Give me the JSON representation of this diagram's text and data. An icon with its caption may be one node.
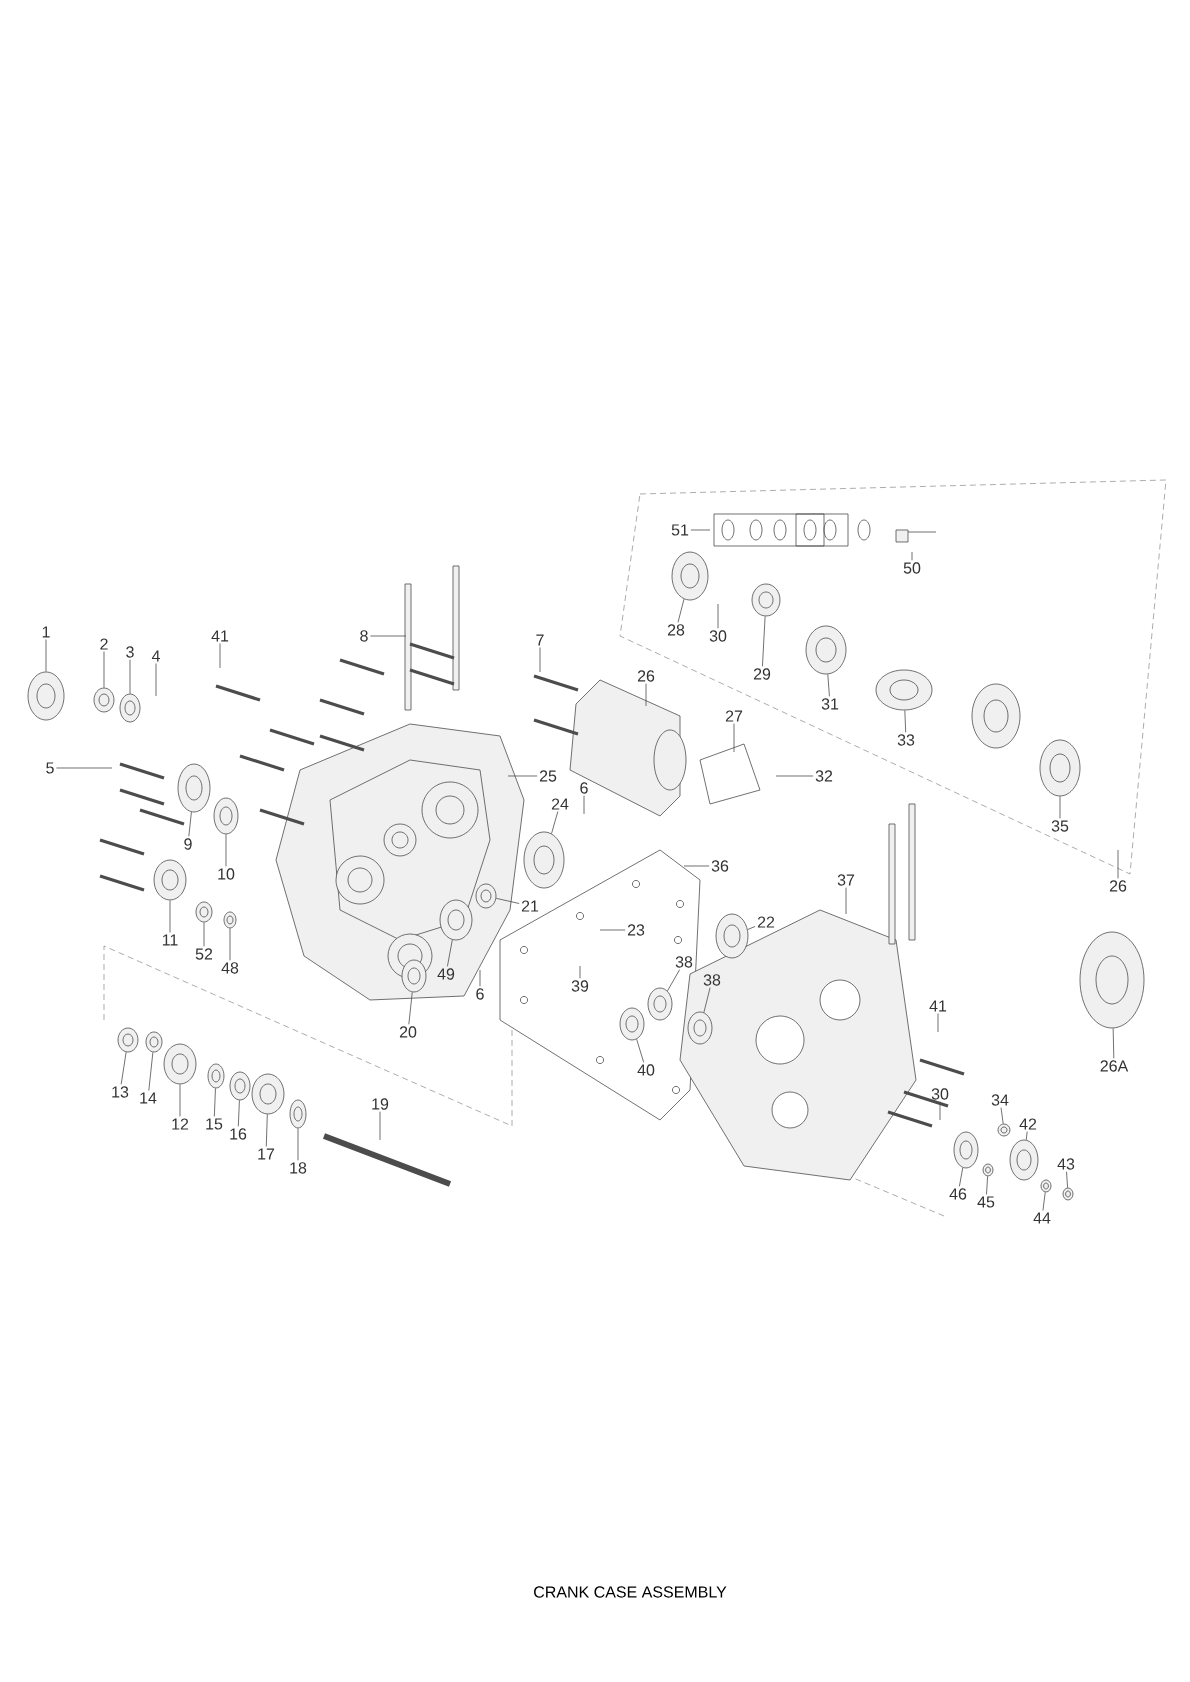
{
  "diagram": {
    "title": "CRANK CASE ASSEMBLY",
    "nodes": [
      {
        "text": [
          "51"
        ]
      },
      {
        "text": [
          "50"
        ]
      },
      {
        "text": [
          "28"
        ]
      },
      {
        "text": [
          "30"
        ]
      },
      {
        "text": [
          "1"
        ]
      },
      {
        "text": [
          "41"
        ]
      },
      {
        "text": [
          "8"
        ]
      },
      {
        "text": [
          "7"
        ]
      },
      {
        "text": [
          "2"
        ]
      },
      {
        "text": [
          "3"
        ]
      },
      {
        "text": [
          "4"
        ]
      },
      {
        "text": [
          "29"
        ]
      },
      {
        "text": [
          "26"
        ]
      },
      {
        "text": [
          "31"
        ]
      },
      {
        "text": [
          "27"
        ]
      },
      {
        "text": [
          "33"
        ]
      },
      {
        "text": [
          "5"
        ]
      },
      {
        "text": [
          "25"
        ]
      },
      {
        "text": [
          "32"
        ]
      },
      {
        "text": [
          "6"
        ]
      },
      {
        "text": [
          "24"
        ]
      },
      {
        "text": [
          "35"
        ]
      },
      {
        "text": [
          "9"
        ]
      },
      {
        "text": [
          "36"
        ]
      },
      {
        "text": [
          "10"
        ]
      },
      {
        "text": [
          "37"
        ]
      },
      {
        "text": [
          "26"
        ]
      },
      {
        "text": [
          "21"
        ]
      },
      {
        "text": [
          "22"
        ]
      },
      {
        "text": [
          "23"
        ]
      },
      {
        "text": [
          "11"
        ]
      },
      {
        "text": [
          "52"
        ]
      },
      {
        "text": [
          "38"
        ]
      },
      {
        "text": [
          "48"
        ]
      },
      {
        "text": [
          "49"
        ]
      },
      {
        "text": [
          "38"
        ]
      },
      {
        "text": [
          "39"
        ]
      },
      {
        "text": [
          "6"
        ]
      },
      {
        "text": [
          "41"
        ]
      },
      {
        "text": [
          "20"
        ]
      },
      {
        "text": [
          "26A"
        ]
      },
      {
        "text": [
          "40"
        ]
      },
      {
        "text": [
          "13"
        ]
      },
      {
        "text": [
          "30"
        ]
      },
      {
        "text": [
          "14"
        ]
      },
      {
        "text": [
          "34"
        ]
      },
      {
        "text": [
          "19"
        ]
      },
      {
        "text": [
          "12"
        ]
      },
      {
        "text": [
          "15"
        ]
      },
      {
        "text": [
          "42"
        ]
      },
      {
        "text": [
          "16"
        ]
      },
      {
        "text": [
          "17"
        ]
      },
      {
        "text": [
          "43"
        ]
      },
      {
        "text": [
          "18"
        ]
      },
      {
        "text": [
          "46"
        ]
      },
      {
        "text": [
          "45"
        ]
      },
      {
        "text": [
          "44"
        ]
      },
      {
        "text": [],
        "shape": "circle"
      },
      {
        "text": [],
        "shape": "circle"
      },
      {
        "text": [],
        "shape": "circle"
      },
      {
        "text": [],
        "shape": "circle"
      },
      {
        "text": [],
        "shape": "circle"
      },
      {
        "text": [],
        "shape": "circle"
      },
      {
        "text": [],
        "shape": "circle"
      },
      {
        "text": [],
        "shape": "circle"
      },
      {
        "text": [],
        "shape": "circle"
      },
      {
        "text": [],
        "shape": "circle"
      },
      {
        "text": [],
        "shape": "circle"
      },
      {
        "text": [],
        "shape": "circle"
      },
      {
        "text": [],
        "shape": "circle"
      },
      {
        "text": [],
        "shape": "circle"
      },
      {
        "text": [],
        "shape": "circle"
      },
      {
        "text": [],
        "shape": "circle"
      },
      {
        "text": [],
        "shape": "circle"
      },
      {
        "text": [],
        "shape": "circle"
      },
      {
        "text": [],
        "shape": "circle"
      },
      {
        "text": [],
        "shape": "circle"
      },
      {
        "text": [],
        "shape": "circle"
      },
      {
        "text": [],
        "shape": "circle"
      },
      {
        "text": [],
        "shape": "circle"
      },
      {
        "text": [],
        "shape": "circle"
      },
      {
        "text": [],
        "shape": "circle"
      },
      {
        "text": [],
        "shape": "circle"
      },
      {
        "text": [],
        "shape": "circle"
      },
      {
        "text": [],
        "shape": "circle"
      },
      {
        "text": [],
        "shape": "circle"
      },
      {
        "text": [],
        "shape": "circle"
      },
      {
        "text": [],
        "shape": "circle"
      },
      {
        "text": [],
        "shape": "circle"
      },
      {
        "text": [],
        "shape": "circle"
      },
      {
        "text": [],
        "shape": "circle"
      },
      {
        "text": [],
        "shape": "circle"
      }
    ],
    "edges": [
      {
        "from": 0,
        "to": null,
        "arrow": "none"
      },
      {
        "from": 1,
        "to": null,
        "arrow": "none"
      },
      {
        "from": 2,
        "to": 57,
        "arrow": "none"
      },
      {
        "from": 3,
        "to": null,
        "arrow": "none"
      },
      {
        "from": 4,
        "to": 58,
        "arrow": "none"
      },
      {
        "from": 5,
        "to": null,
        "arrow": "none"
      },
      {
        "from": 6,
        "to": null,
        "arrow": "none"
      },
      {
        "from": 7,
        "to": null,
        "arrow": "none"
      },
      {
        "from": 8,
        "to": 59,
        "arrow": "none"
      },
      {
        "from": 9,
        "to": 60,
        "arrow": "none"
      },
      {
        "from": 10,
        "to": null,
        "arrow": "none"
      },
      {
        "from": 11,
        "to": 61,
        "arrow": "none"
      },
      {
        "from": 12,
        "to": null,
        "arrow": "none"
      },
      {
        "from": 13,
        "to": 62,
        "arrow": "none"
      },
      {
        "from": 14,
        "to": null,
        "arrow": "none"
      },
      {
        "from": 15,
        "to": 63,
        "arrow": "none"
      },
      {
        "from": 16,
        "to": null,
        "arrow": "none"
      },
      {
        "from": 17,
        "to": null,
        "arrow": "none"
      },
      {
        "from": 18,
        "to": null,
        "arrow": "none"
      },
      {
        "from": 19,
        "to": null,
        "arrow": "none"
      },
      {
        "from": 20,
        "to": 64,
        "arrow": "none"
      },
      {
        "from": 21,
        "to": 65,
        "arrow": "none"
      },
      {
        "from": 22,
        "to": 66,
        "arrow": "none"
      },
      {
        "from": 23,
        "to": null,
        "arrow": "none"
      },
      {
        "from": 24,
        "to": 67,
        "arrow": "none"
      },
      {
        "from": 25,
        "to": null,
        "arrow": "none"
      },
      {
        "from": 26,
        "to": null,
        "arrow": "none"
      },
      {
        "from": 27,
        "to": 68,
        "arrow": "none"
      },
      {
        "from": 28,
        "to": 69,
        "arrow": "none"
      },
      {
        "from": 29,
        "to": null,
        "arrow": "none"
      },
      {
        "from": 30,
        "to": 70,
        "arrow": "none"
      },
      {
        "from": 31,
        "to": 71,
        "arrow": "none"
      },
      {
        "from": 32,
        "to": 72,
        "arrow": "none"
      },
      {
        "from": 33,
        "to": 73,
        "arrow": "none"
      },
      {
        "from": 34,
        "to": 74,
        "arrow": "none"
      },
      {
        "from": 35,
        "to": 75,
        "arrow": "none"
      },
      {
        "from": 36,
        "to": null,
        "arrow": "none"
      },
      {
        "from": 37,
        "to": null,
        "arrow": "none"
      },
      {
        "from": 38,
        "to": null,
        "arrow": "none"
      },
      {
        "from": 39,
        "to": 76,
        "arrow": "none"
      },
      {
        "from": 40,
        "to": 77,
        "arrow": "none"
      },
      {
        "from": 41,
        "to": 78,
        "arrow": "none"
      },
      {
        "from": 42,
        "to": 79,
        "arrow": "none"
      },
      {
        "from": 43,
        "to": null,
        "arrow": "none"
      },
      {
        "from": 44,
        "to": 80,
        "arrow": "none"
      },
      {
        "from": 45,
        "to": 81,
        "arrow": "none"
      },
      {
        "from": 46,
        "to": null,
        "arrow": "none"
      },
      {
        "from": 47,
        "to": 82,
        "arrow": "none"
      },
      {
        "from": 48,
        "to": 83,
        "arrow": "none"
      },
      {
        "from": 49,
        "to": 84,
        "arrow": "none"
      },
      {
        "from": 50,
        "to": 85,
        "arrow": "none"
      },
      {
        "from": 51,
        "to": 86,
        "arrow": "none"
      },
      {
        "from": 52,
        "to": 87,
        "arrow": "none"
      },
      {
        "from": 53,
        "to": 88,
        "arrow": "none"
      },
      {
        "from": 54,
        "to": 89,
        "arrow": "none"
      },
      {
        "from": 55,
        "to": 90,
        "arrow": "none"
      },
      {
        "from": 56,
        "to": 91,
        "arrow": "none"
      }
    ]
  }
}
